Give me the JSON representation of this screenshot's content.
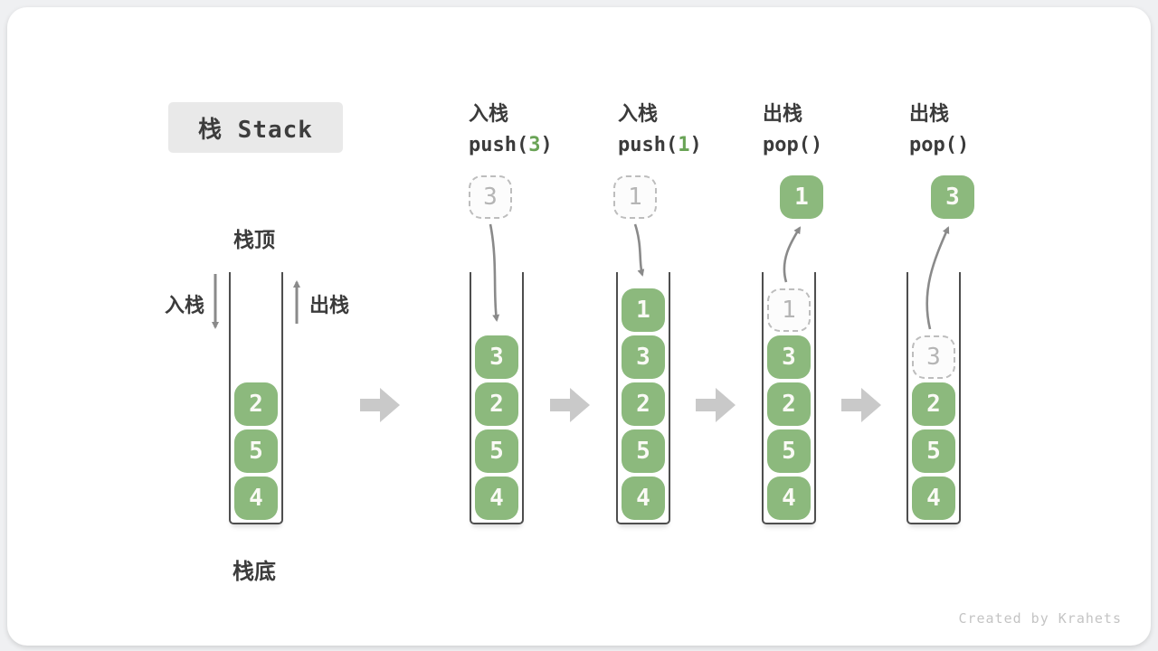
{
  "page": {
    "title_box": "栈 Stack",
    "watermark": "Created by Krahets"
  },
  "legend": {
    "stack_top": "栈顶",
    "stack_bottom": "栈底",
    "push_label": "入栈",
    "pop_label": "出栈"
  },
  "colors": {
    "cell_green": "#8cb97d",
    "code_arg_green": "#69a356",
    "flow_arrow_gray": "#8a8a8a",
    "block_arrow_gray": "#c9c9c9",
    "ghost_border_gray": "#bdbdbd",
    "title_bg": "#e9e9e9",
    "text_dark": "#3b3b3b"
  },
  "operations": [
    {
      "label": "入栈",
      "code": "push(",
      "arg": "3",
      "close": ")"
    },
    {
      "label": "入栈",
      "code": "push(",
      "arg": "1",
      "close": ")"
    },
    {
      "label": "出栈",
      "code": "pop(",
      "arg": "",
      "close": ")"
    },
    {
      "label": "出栈",
      "code": "pop(",
      "arg": "",
      "close": ")"
    }
  ],
  "stacks": [
    {
      "cells": [
        "2",
        "5",
        "4"
      ]
    },
    {
      "floating": "3",
      "cells": [
        "3",
        "2",
        "5",
        "4"
      ]
    },
    {
      "floating": "1",
      "cells": [
        "1",
        "3",
        "2",
        "5",
        "4"
      ]
    },
    {
      "floating": "1",
      "ghost": "1",
      "cells": [
        "3",
        "2",
        "5",
        "4"
      ]
    },
    {
      "floating": "3",
      "ghost": "3",
      "cells": [
        "2",
        "5",
        "4"
      ]
    }
  ]
}
